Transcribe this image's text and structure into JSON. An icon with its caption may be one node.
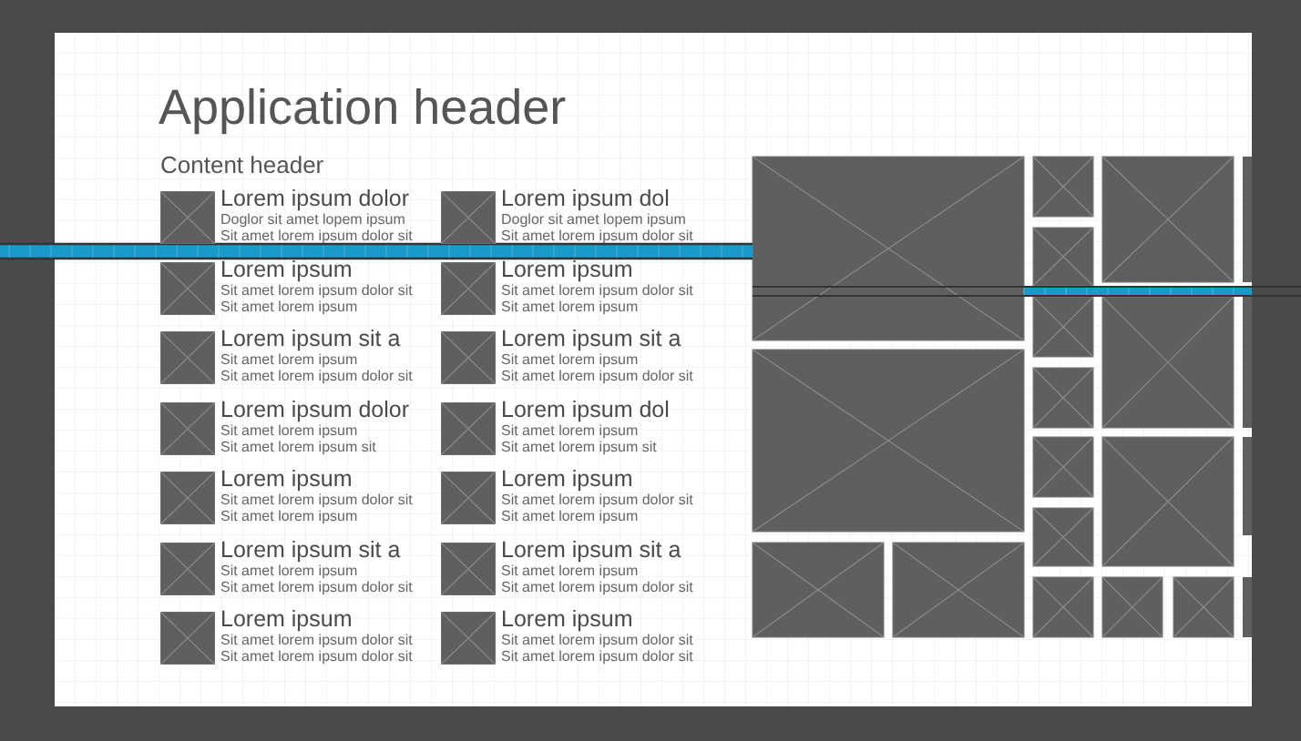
{
  "diagram": {
    "title": "Application header",
    "labels": [
      "Content header",
      "Lorem ipsum dolor",
      "Doglor sit amet lopem ipsum",
      "Sit amet lorem ipsum dolor sit",
      "Lorem ipsum dol",
      "Doglor sit amet lopem ipsum",
      "Sit amet lorem ipsum dolor sit",
      "Lorem ipsum",
      "Sit amet lorem ipsum dolor sit",
      "Sit amet lorem ipsum",
      "Lorem ipsum",
      "Sit amet lorem ipsum dolor sit",
      "Sit amet lorem ipsum",
      "Lorem ipsum sit a",
      "Sit amet lorem ipsum",
      "Sit amet lorem ipsum dolor sit",
      "Lorem ipsum sit a",
      "Sit amet lorem ipsum",
      "Sit amet lorem ipsum dolor sit",
      "Lorem ipsum dolor",
      "Sit amet lorem ipsum",
      "Sit amet lorem ipsum sit",
      "Lorem ipsum dol",
      "Sit amet lorem ipsum",
      "Sit amet lorem ipsum sit",
      "Lorem ipsum",
      "Sit amet lorem ipsum dolor sit",
      "Sit amet lorem ipsum",
      "Lorem ipsum",
      "Sit amet lorem ipsum dolor sit",
      "Sit amet lorem ipsum",
      "Lorem ipsum sit a",
      "Sit amet lorem ipsum",
      "Sit amet lorem ipsum dolor sit",
      "Lorem ipsum sit a",
      "Sit amet lorem ipsum",
      "Sit amet lorem ipsum dolor sit",
      "Lorem ipsum",
      "Sit amet lorem ipsum dolor sit",
      "Sit amet lorem ipsum dolor sit",
      "Lorem ipsum",
      "Sit amet lorem ipsum dolor sit",
      "Sit amet lorem ipsum dolor sit"
    ]
  }
}
